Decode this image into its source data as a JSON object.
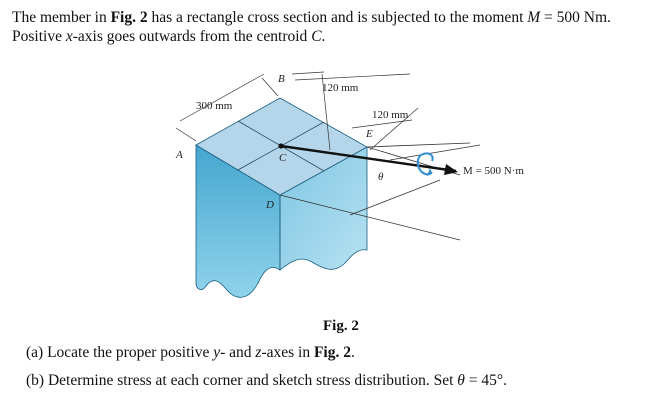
{
  "problem": {
    "intro_1": "The member in ",
    "fig_ref": "Fig. 2",
    "intro_2": " has a rectangle cross section and is subjected to the moment ",
    "moment_symbol": "M",
    "intro_3": " = 500 Nm. Positive ",
    "axis_symbol": "x",
    "intro_4": "-axis goes outwards from the centroid ",
    "centroid_symbol": "C",
    "intro_5": "."
  },
  "figure": {
    "caption": "Fig. 2",
    "labels": {
      "b": "B",
      "a": "A",
      "c": "C",
      "d": "D",
      "e": "E",
      "theta": "θ",
      "dim_300": "300 mm",
      "dim_120_top": "120 mm",
      "dim_120_side": "120 mm",
      "moment": "M = 500 N·m"
    },
    "colors": {
      "top_face": "#b5d6ea",
      "front_face": "#5eb4d6",
      "side_face": "#8ccbe4",
      "arrow": "#111111",
      "rotation_icon": "#2f8fcf"
    }
  },
  "questions": {
    "a_prefix": "(a) Locate the proper positive ",
    "a_y": "y",
    "a_mid": "- and ",
    "a_z": "z",
    "a_suffix_1": "-axes in ",
    "a_fig": "Fig. 2",
    "a_suffix_2": ".",
    "b_text": "(b) Determine stress at each corner and sketch stress distribution. Set ",
    "b_theta": "θ",
    "b_eq": " = 45°."
  }
}
